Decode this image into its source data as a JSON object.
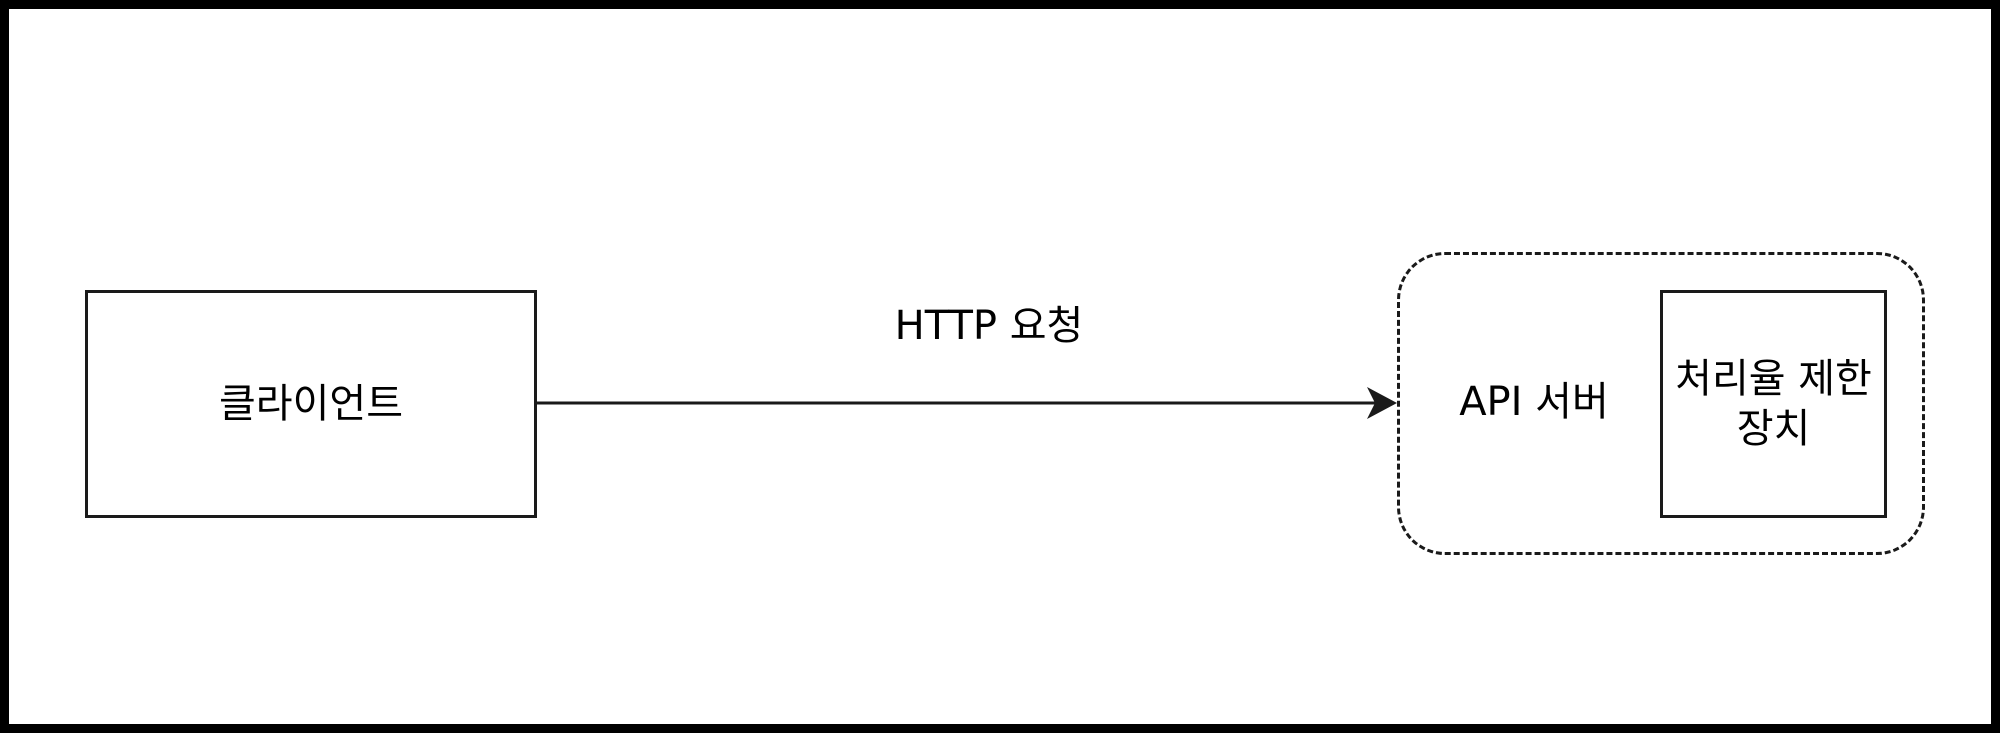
{
  "diagram": {
    "nodes": {
      "client": {
        "label": "클라이언트"
      },
      "api_server": {
        "label": "API 서버"
      },
      "rate_limiter": {
        "label": "처리율 제한\n장치"
      }
    },
    "edges": {
      "http_request": {
        "label": "HTTP 요청",
        "from": "client",
        "to": "api_server"
      }
    }
  }
}
